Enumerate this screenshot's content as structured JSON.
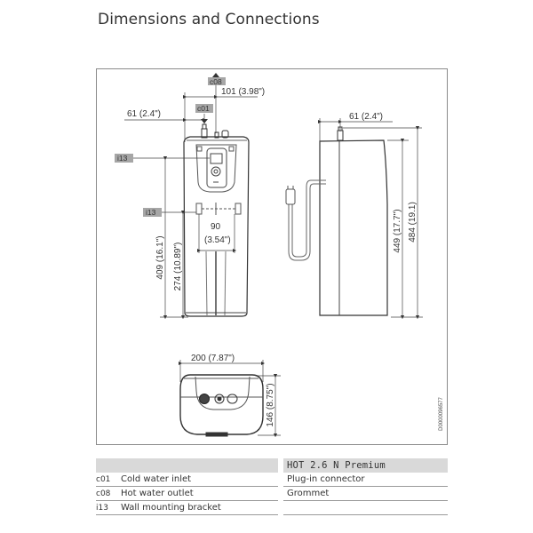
{
  "page": {
    "title": "Dimensions and Connections"
  },
  "drawing": {
    "doc_id": "D0000096577",
    "front_view": {
      "tags": {
        "hot_outlet": "c08",
        "cold_inlet": "c01",
        "bracket_top": "i13",
        "bracket_bottom": "i13"
      },
      "dimensions": {
        "outlet_offset": "101 (3.98\")",
        "inlet_offset": "61 (2.4\")",
        "bracket_spacing_mm": "90",
        "bracket_spacing_in": "(3.54\")",
        "top_bracket_height": "409 (16.1\")",
        "bottom_bracket_height": "274 (10.89\")"
      }
    },
    "side_view": {
      "dimensions": {
        "inlet_offset": "61 (2.4\")",
        "body_height": "449 (17.7\")",
        "total_height": "484 (19.1)"
      }
    },
    "bottom_view": {
      "dimensions": {
        "width": "200 (7.87\")",
        "depth": "146 (8.75\")"
      }
    }
  },
  "legend": {
    "header": {
      "left": "",
      "product": "HOT 2.6 N Premium"
    },
    "rows": [
      {
        "code": "c01",
        "label": "Cold water inlet",
        "value": "Plug-in connector"
      },
      {
        "code": "c08",
        "label": "Hot water outlet",
        "value": "Grommet"
      },
      {
        "code": "i13",
        "label": "Wall mounting bracket",
        "value": ""
      }
    ]
  }
}
